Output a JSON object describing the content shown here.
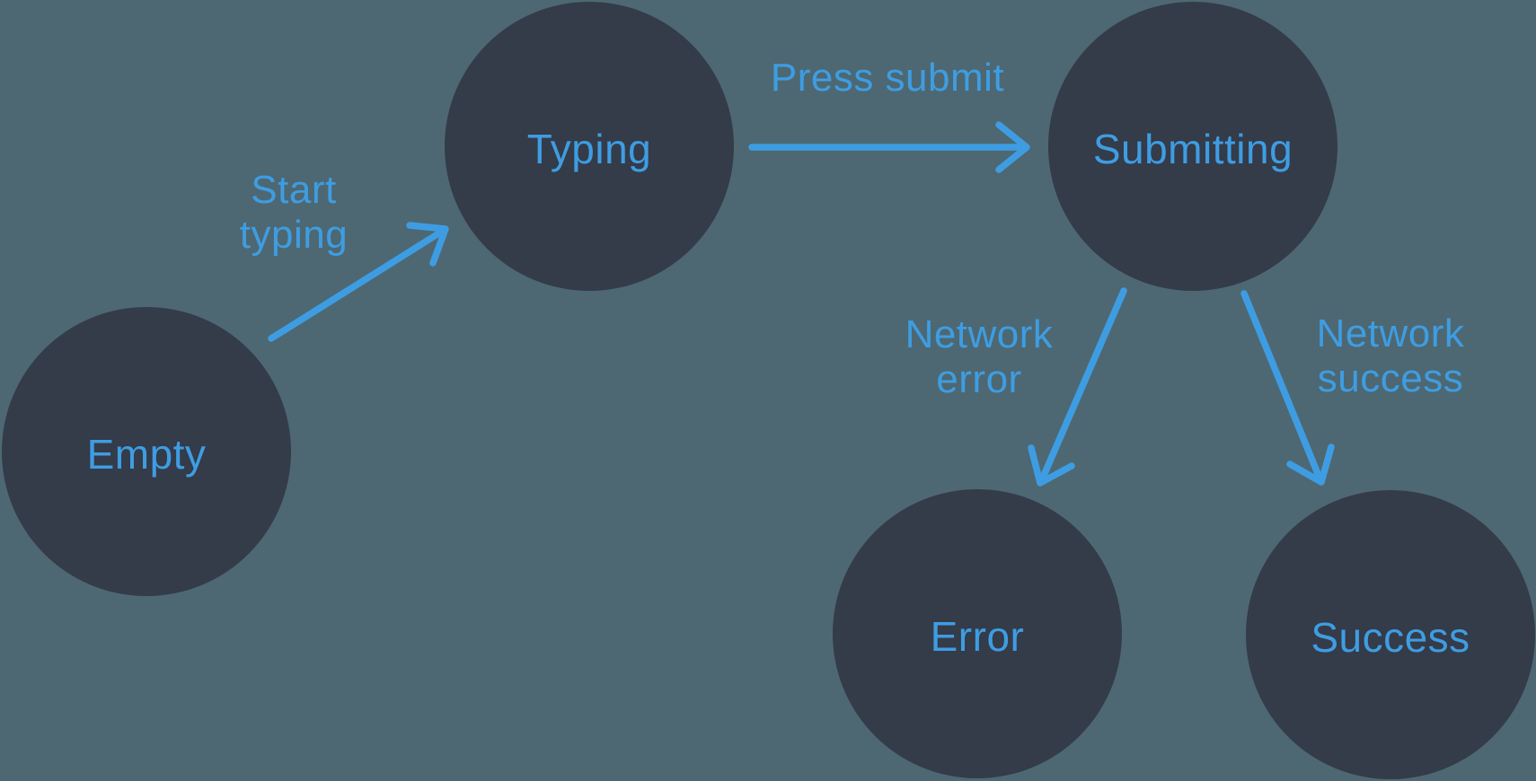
{
  "diagram": {
    "type": "state-machine",
    "colors": {
      "background": "#4d6872",
      "node_fill": "#343b49",
      "accent": "#3e9de2"
    },
    "nodes": {
      "empty": {
        "label": "Empty"
      },
      "typing": {
        "label": "Typing"
      },
      "submitting": {
        "label": "Submitting"
      },
      "error": {
        "label": "Error"
      },
      "success": {
        "label": "Success"
      }
    },
    "edges": {
      "start_typing": {
        "label": "Start\ntyping",
        "from": "empty",
        "to": "typing"
      },
      "press_submit": {
        "label": "Press submit",
        "from": "typing",
        "to": "submitting"
      },
      "network_error": {
        "label": "Network\nerror",
        "from": "submitting",
        "to": "error"
      },
      "network_success": {
        "label": "Network\nsuccess",
        "from": "submitting",
        "to": "success"
      }
    }
  }
}
